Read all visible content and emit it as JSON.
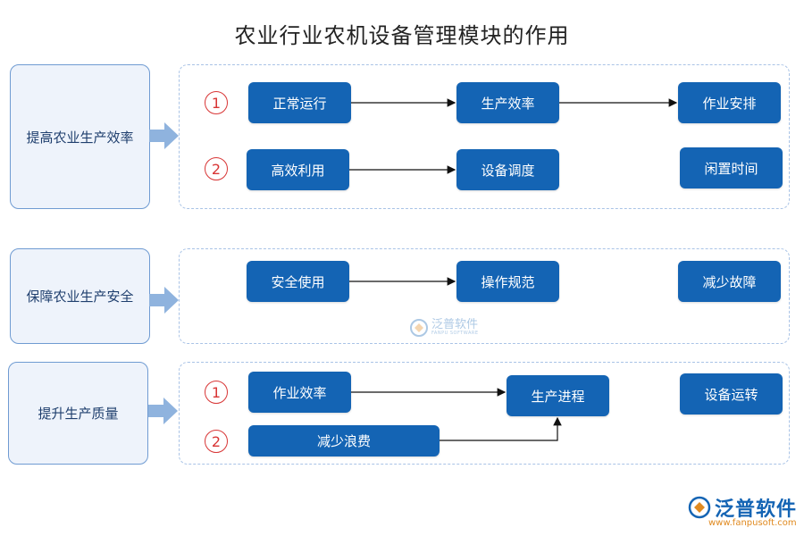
{
  "title": "农业行业农机设备管理模块的作用",
  "sections": [
    {
      "label": "提高农业生产效率",
      "rows": [
        {
          "number": "1",
          "boxes": [
            "正常运行",
            "生产效率",
            "作业安排"
          ]
        },
        {
          "number": "2",
          "boxes": [
            "高效利用",
            "设备调度",
            "闲置时间"
          ]
        }
      ]
    },
    {
      "label": "保障农业生产安全",
      "rows": [
        {
          "boxes": [
            "安全使用",
            "操作规范",
            "减少故障"
          ]
        }
      ]
    },
    {
      "label": "提升生产质量",
      "rows": [
        {
          "number": "1",
          "boxes": [
            "作业效率",
            "生产进程",
            "设备运转"
          ]
        },
        {
          "number": "2",
          "boxes": [
            "减少浪费"
          ]
        }
      ]
    }
  ],
  "watermark": {
    "text": "泛普软件",
    "subtext": "FANPU SOFTWARE"
  },
  "brand": {
    "name": "泛普软件",
    "url": "www.fanpusoft.com"
  },
  "colors": {
    "box": "#1464b4",
    "number": "#d83535",
    "panel_border": "#a9c3e6",
    "arrow": "#8fb3de"
  }
}
